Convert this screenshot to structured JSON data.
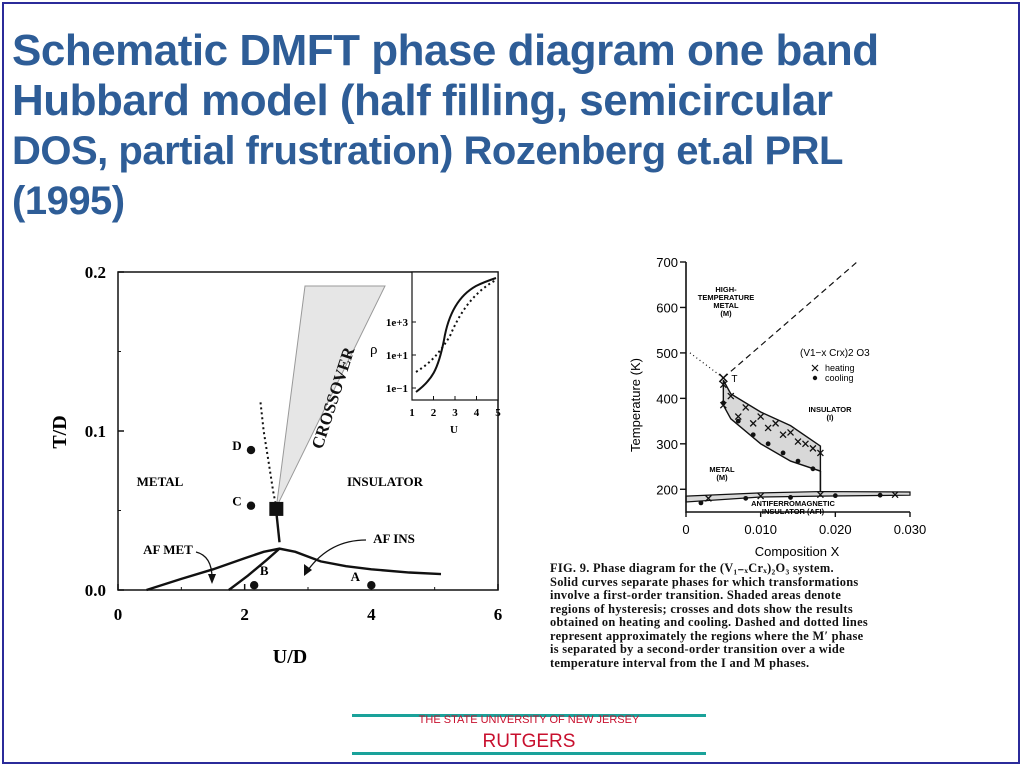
{
  "slide": {
    "title_lines": [
      "Schematic DMFT phase diagram one band",
      "Hubbard model (half filling, semicircular",
      "DOS, partial frustration) Rozenberg et.al PRL",
      "(1995)"
    ]
  },
  "footer": {
    "university": "THE STATE UNIVERSITY OF NEW JERSEY",
    "name": "RUTGERS"
  },
  "colors": {
    "title": "#2e5d97",
    "frame": "#2b2b9a",
    "footer_line": "#1aa29a",
    "footer_text": "#c8102e"
  },
  "chart_data": [
    {
      "type": "line",
      "xlabel": "U/D",
      "ylabel": "T/D",
      "xlim": [
        0,
        6
      ],
      "ylim": [
        0,
        0.2
      ],
      "xticks": [
        "0",
        "2",
        "4",
        "6"
      ],
      "yticks": [
        "0.0",
        "0.1",
        "0.2"
      ],
      "region_labels": [
        "METAL",
        "INSULATOR",
        "AF MET",
        "AF INS"
      ],
      "crossover_label": "CROSSOVER",
      "points": [
        {
          "label": "D",
          "x": 2.1,
          "y": 0.088
        },
        {
          "label": "C",
          "x": 2.1,
          "y": 0.053
        },
        {
          "label": "B",
          "x": 2.15,
          "y": 0.003
        },
        {
          "label": "A",
          "x": 4.0,
          "y": 0.003
        }
      ],
      "critical_point": {
        "x": 2.5,
        "y": 0.051
      },
      "series": [
        {
          "style": "solid",
          "x": [
            0.45,
            1.0,
            1.5,
            2.0,
            2.3,
            2.55,
            2.8,
            3.2,
            3.6,
            4.0,
            4.6,
            5.1
          ],
          "y": [
            0.0,
            0.007,
            0.013,
            0.02,
            0.024,
            0.026,
            0.024,
            0.018,
            0.015,
            0.013,
            0.011,
            0.01
          ]
        },
        {
          "style": "solid",
          "x": [
            1.75,
            2.05,
            2.35,
            2.55
          ],
          "y": [
            0.0,
            0.009,
            0.019,
            0.026
          ]
        },
        {
          "style": "solid",
          "x": [
            2.5,
            2.55
          ],
          "y": [
            0.049,
            0.03
          ]
        },
        {
          "style": "dotted",
          "x": [
            2.25,
            2.3,
            2.38,
            2.45,
            2.5
          ],
          "y": [
            0.118,
            0.1,
            0.08,
            0.062,
            0.052
          ]
        }
      ],
      "inset": {
        "ylabel": "ρ",
        "xlabel": "U",
        "xticks": [
          "1",
          "2",
          "3",
          "4",
          "5"
        ],
        "yticks": [
          "1e−1",
          "1e+1",
          "1e+3"
        ]
      }
    },
    {
      "type": "scatter",
      "xlabel": "Composition X",
      "ylabel": "Temperature (K)",
      "xlim": [
        0,
        0.03
      ],
      "ylim": [
        150,
        700
      ],
      "xticks": [
        "0",
        "0.010",
        "0.020",
        "0.030"
      ],
      "yticks": [
        "200",
        "300",
        "400",
        "500",
        "600",
        "700"
      ],
      "region_labels": [
        "HIGH-TEMPERATURE METAL (M)",
        "INSULATOR (I)",
        "METAL (M)",
        "ANTIFERROMAGNETIC INSULATOR (AFI)"
      ],
      "point_label": "T",
      "legend": {
        "title": "(V1−x Crx)2 O3",
        "heating": "heating",
        "cooling": "cooling"
      },
      "series": [
        {
          "name": "heating",
          "x": [
            0.005,
            0.006,
            0.008,
            0.01,
            0.012,
            0.014,
            0.016,
            0.018,
            0.005,
            0.007,
            0.009,
            0.011,
            0.013,
            0.015,
            0.017,
            0.003,
            0.01,
            0.018,
            0.028
          ],
          "y": [
            430,
            405,
            380,
            360,
            345,
            325,
            300,
            280,
            385,
            360,
            345,
            335,
            320,
            305,
            290,
            180,
            185,
            188,
            188
          ]
        },
        {
          "name": "cooling",
          "x": [
            0.005,
            0.007,
            0.009,
            0.011,
            0.013,
            0.015,
            0.017,
            0.002,
            0.008,
            0.014,
            0.02,
            0.026
          ],
          "y": [
            390,
            350,
            320,
            300,
            280,
            262,
            245,
            170,
            180,
            182,
            186,
            187
          ]
        }
      ],
      "caption_lines": [
        "FIG. 9.  Phase diagram for the (V₁₋ₓCrₓ)₂O₃ system.",
        "Solid curves separate phases for which transformations",
        "involve a first-order transition.  Shaded areas denote",
        "regions of hysteresis; crosses and dots show the results",
        "obtained on heating and cooling.  Dashed and dotted lines",
        "represent approximately the regions where the M′ phase",
        "is separated by a second-order transition over a wide",
        "temperature interval from the I and M phases."
      ]
    }
  ]
}
